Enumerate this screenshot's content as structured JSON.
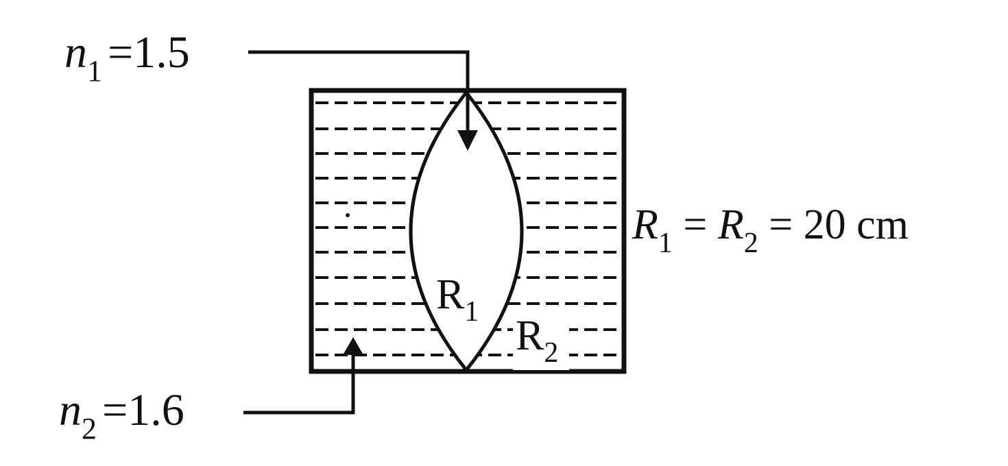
{
  "labels": {
    "n1": {
      "var": "n",
      "sub": "1",
      "rel": "=1.5"
    },
    "n2": {
      "var": "n",
      "sub": "2",
      "rel": "=1.6"
    },
    "radii": {
      "r1_var": "R",
      "r1_sub": "1",
      "eq1": " = ",
      "r2_var": "R",
      "r2_sub": "2",
      "eq2": " = 20 cm"
    },
    "lens_r1": {
      "main": "R",
      "sub": "1"
    },
    "lens_r2": {
      "main": "R",
      "sub": "2"
    }
  },
  "colors": {
    "ink": "#111111",
    "background": "#ffffff"
  }
}
